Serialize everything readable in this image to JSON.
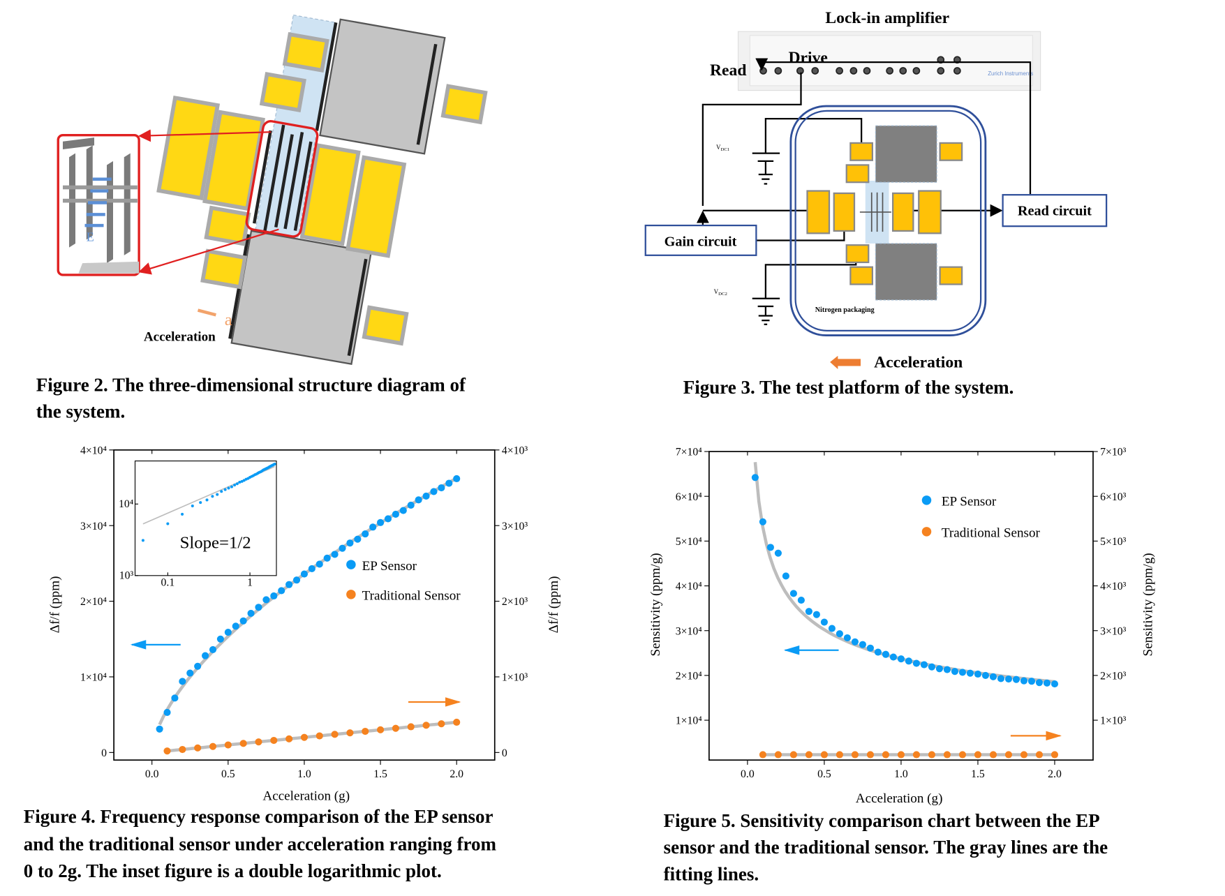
{
  "colors": {
    "ep": "#0a9bf5",
    "traditional": "#f5821f",
    "fit": "#bdbdbd",
    "pad": "#ffd814",
    "frame_blue": "#2f4f9a",
    "inset_red": "#e02020"
  },
  "figure2": {
    "caption_line1": "Figure 2.  The three-dimensional structure diagram of",
    "caption_line2": "the system.",
    "acceleration_label": "Acceleration",
    "accel_symbol": "a",
    "field_symbol": "E"
  },
  "figure3": {
    "lock_in_label": "Lock-in amplifier",
    "read_label": "Read",
    "drive_label": "Drive",
    "brand": "Zurich Instruments",
    "gain_circuit": "Gain circuit",
    "read_circuit": "Read circuit",
    "vdc1": "V",
    "vdc1_sub": "DC1",
    "vdc2": "V",
    "vdc2_sub": "DC2",
    "package_label": "Nitrogen packaging",
    "acceleration_label": "Acceleration",
    "caption": "Figure 3.  The test platform of the system."
  },
  "figure4": {
    "caption_line1": "Figure 4.  Frequency response comparison of the EP sensor",
    "caption_line2": "and the traditional sensor under acceleration ranging from",
    "caption_line3": "0 to 2g. The inset figure is a double logarithmic plot."
  },
  "figure5": {
    "caption_line1": "Figure 5.  Sensitivity comparison chart between the EP",
    "caption_line2": "sensor and the traditional sensor. The gray lines are the",
    "caption_line3": "fitting lines."
  },
  "chart_data": [
    {
      "id": "fig4",
      "type": "scatter",
      "xlabel": "Acceleration (g)",
      "ylabel": "Δf/f (ppm)",
      "ylabel_right": "Δf/f (ppm)",
      "xlim": [
        -0.25,
        2.25
      ],
      "ylim": [
        -1000,
        40000
      ],
      "ylim_right": [
        -100,
        4000
      ],
      "xticks": [
        0.0,
        0.5,
        1.0,
        1.5,
        2.0
      ],
      "xtick_labels": [
        "0.0",
        "0.5",
        "1.0",
        "1.5",
        "2.0"
      ],
      "yticks": [
        0,
        10000,
        20000,
        30000,
        40000
      ],
      "ytick_labels": [
        "0",
        "1×10⁴",
        "2×10⁴",
        "3×10⁴",
        "4×10⁴"
      ],
      "yticks_right": [
        0,
        1000,
        2000,
        3000,
        4000
      ],
      "ytick_labels_right": [
        "0",
        "1×10³",
        "2×10³",
        "3×10³",
        "4×10³"
      ],
      "legend": [
        "EP Sensor",
        "Traditional Sensor"
      ],
      "legend_position": "right-middle",
      "series": [
        {
          "name": "EP Sensor",
          "axis": "left",
          "x": [
            0.05,
            0.1,
            0.15,
            0.2,
            0.25,
            0.3,
            0.35,
            0.4,
            0.45,
            0.5,
            0.55,
            0.6,
            0.65,
            0.7,
            0.75,
            0.8,
            0.85,
            0.9,
            0.95,
            1.0,
            1.05,
            1.1,
            1.15,
            1.2,
            1.25,
            1.3,
            1.35,
            1.4,
            1.45,
            1.5,
            1.55,
            1.6,
            1.65,
            1.7,
            1.75,
            1.8,
            1.85,
            1.9,
            1.95,
            2.0
          ],
          "y": [
            3100,
            5300,
            7200,
            9400,
            10500,
            11400,
            12800,
            13600,
            15000,
            15900,
            16700,
            17400,
            18400,
            19200,
            20200,
            20700,
            21400,
            22200,
            22800,
            23600,
            24300,
            24900,
            25700,
            26200,
            27000,
            27700,
            28200,
            28900,
            29800,
            30400,
            30900,
            31500,
            32000,
            32700,
            33400,
            33900,
            34500,
            35000,
            35600,
            36200
          ],
          "fit": {
            "type": "power",
            "a": 23600,
            "b": 0.62
          }
        },
        {
          "name": "Traditional Sensor",
          "axis": "right",
          "x": [
            0.1,
            0.2,
            0.3,
            0.4,
            0.5,
            0.6,
            0.7,
            0.8,
            0.9,
            1.0,
            1.1,
            1.2,
            1.3,
            1.4,
            1.5,
            1.6,
            1.7,
            1.8,
            1.9,
            2.0
          ],
          "y": [
            20,
            40,
            60,
            80,
            100,
            120,
            140,
            160,
            180,
            200,
            220,
            240,
            260,
            280,
            300,
            320,
            340,
            360,
            380,
            400
          ],
          "fit": {
            "type": "linear",
            "a": 200,
            "b": 0
          }
        }
      ],
      "inset": {
        "type": "scatter",
        "xscale": "log",
        "yscale": "log",
        "xlim": [
          0.04,
          2.1
        ],
        "ylim": [
          1000,
          40000
        ],
        "xticks": [
          0.1,
          1
        ],
        "xtick_labels": [
          "0.1",
          "1"
        ],
        "yticks": [
          1000,
          10000
        ],
        "ytick_labels": [
          "10³",
          "10⁴"
        ],
        "annotation": "Slope=1/2"
      }
    },
    {
      "id": "fig5",
      "type": "scatter",
      "xlabel": "Acceleration (g)",
      "ylabel": "Sensitivity (ppm/g)",
      "ylabel_right": "Sensitivity (ppm/g)",
      "xlim": [
        -0.25,
        2.25
      ],
      "ylim": [
        1100,
        70000
      ],
      "ylim_right": [
        110,
        7000
      ],
      "xticks": [
        0.0,
        0.5,
        1.0,
        1.5,
        2.0
      ],
      "xtick_labels": [
        "0.0",
        "0.5",
        "1.0",
        "1.5",
        "2.0"
      ],
      "yticks": [
        10000,
        20000,
        30000,
        40000,
        50000,
        60000,
        70000
      ],
      "ytick_labels": [
        "1×10⁴",
        "2×10⁴",
        "3×10⁴",
        "4×10⁴",
        "5×10⁴",
        "6×10⁴",
        "7×10⁴"
      ],
      "yticks_right": [
        1000,
        2000,
        3000,
        4000,
        5000,
        6000,
        7000
      ],
      "ytick_labels_right": [
        "1×10³",
        "2×10³",
        "3×10³",
        "4×10³",
        "5×10³",
        "6×10³",
        "7×10³"
      ],
      "legend": [
        "EP Sensor",
        "Traditional Sensor"
      ],
      "legend_position": "top-right",
      "series": [
        {
          "name": "EP Sensor",
          "axis": "left",
          "x": [
            0.05,
            0.1,
            0.15,
            0.2,
            0.25,
            0.3,
            0.35,
            0.4,
            0.45,
            0.5,
            0.55,
            0.6,
            0.65,
            0.7,
            0.75,
            0.8,
            0.85,
            0.9,
            0.95,
            1.0,
            1.05,
            1.1,
            1.15,
            1.2,
            1.25,
            1.3,
            1.35,
            1.4,
            1.45,
            1.5,
            1.55,
            1.6,
            1.65,
            1.7,
            1.75,
            1.8,
            1.85,
            1.9,
            1.95,
            2.0
          ],
          "y": [
            64200,
            54300,
            48600,
            47300,
            42200,
            38300,
            36800,
            34300,
            33600,
            31900,
            30500,
            29300,
            28400,
            27500,
            26900,
            26100,
            25200,
            24700,
            24100,
            23700,
            23200,
            22700,
            22400,
            21900,
            21500,
            21300,
            20900,
            20700,
            20500,
            20300,
            20000,
            19700,
            19300,
            19200,
            19100,
            18800,
            18700,
            18400,
            18300,
            18100
          ],
          "fit": {
            "type": "power",
            "a": 23700,
            "b": -0.35
          }
        },
        {
          "name": "Traditional Sensor",
          "axis": "right",
          "x": [
            0.1,
            0.2,
            0.3,
            0.4,
            0.5,
            0.6,
            0.7,
            0.8,
            0.9,
            1.0,
            1.1,
            1.2,
            1.3,
            1.4,
            1.5,
            1.6,
            1.7,
            1.8,
            1.9,
            2.0
          ],
          "y": [
            230,
            230,
            230,
            230,
            230,
            230,
            230,
            230,
            230,
            230,
            230,
            230,
            230,
            230,
            230,
            230,
            230,
            230,
            230,
            230
          ],
          "fit": {
            "type": "linear",
            "a": 0,
            "b": 230
          }
        }
      ]
    }
  ]
}
